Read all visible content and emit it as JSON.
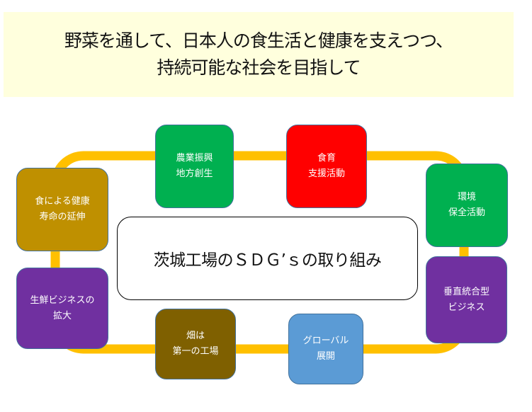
{
  "banner": {
    "line1": "野菜を通して、日本人の食生活と健康を支えつつ、",
    "line2": "持続可能な社会を目指して",
    "background": "#FFFFDD"
  },
  "center": {
    "label": "茨城工場のＳＤＧ’ｓの取り組み"
  },
  "track_color": "#FFC000",
  "nodes": [
    {
      "id": "food-health",
      "line1": "食による健康",
      "line2": "寿命の延伸",
      "color": "#BF9000"
    },
    {
      "id": "agri",
      "line1": "農業振興",
      "line2": "地方創生",
      "color": "#00B050"
    },
    {
      "id": "education",
      "line1": "食育",
      "line2": "支援活動",
      "color": "#FF0000"
    },
    {
      "id": "environment",
      "line1": "環境",
      "line2": "保全活動",
      "color": "#00B050"
    },
    {
      "id": "vertical",
      "line1": "垂直統合型",
      "line2": "ビジネス",
      "color": "#7030A0"
    },
    {
      "id": "global",
      "line1": "グローバル",
      "line2": "展開",
      "color": "#5B9BD5"
    },
    {
      "id": "field",
      "line1": "畑は",
      "line2": "第一の工場",
      "color": "#7F6000"
    },
    {
      "id": "fresh",
      "line1": "生鮮ビジネスの",
      "line2": "拡大",
      "color": "#7030A0"
    }
  ]
}
